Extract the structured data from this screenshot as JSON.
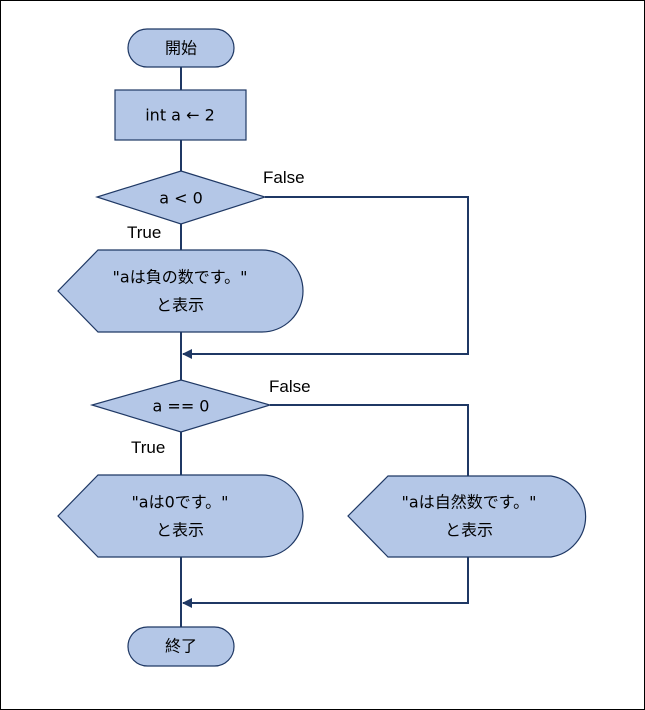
{
  "diagram": {
    "nodes": {
      "start": {
        "label": "開始"
      },
      "assign": {
        "label": "int a ← 2"
      },
      "decision1": {
        "label": "a < 0"
      },
      "display_negative": {
        "line1": "\"aは負の数です。\"",
        "line2": "と表示"
      },
      "decision2": {
        "label": "a == 0"
      },
      "display_zero": {
        "line1": "\"aは0です。\"",
        "line2": "と表示"
      },
      "display_natural": {
        "line1": "\"aは自然数です。\"",
        "line2": "と表示"
      },
      "end": {
        "label": "終了"
      }
    },
    "edge_labels": {
      "d1_true": "True",
      "d1_false": "False",
      "d2_true": "True",
      "d2_false": "False"
    },
    "colors": {
      "node_fill": "#b4c7e7",
      "node_stroke": "#1f3864",
      "edge": "#1f3864",
      "border": "#000000"
    }
  }
}
